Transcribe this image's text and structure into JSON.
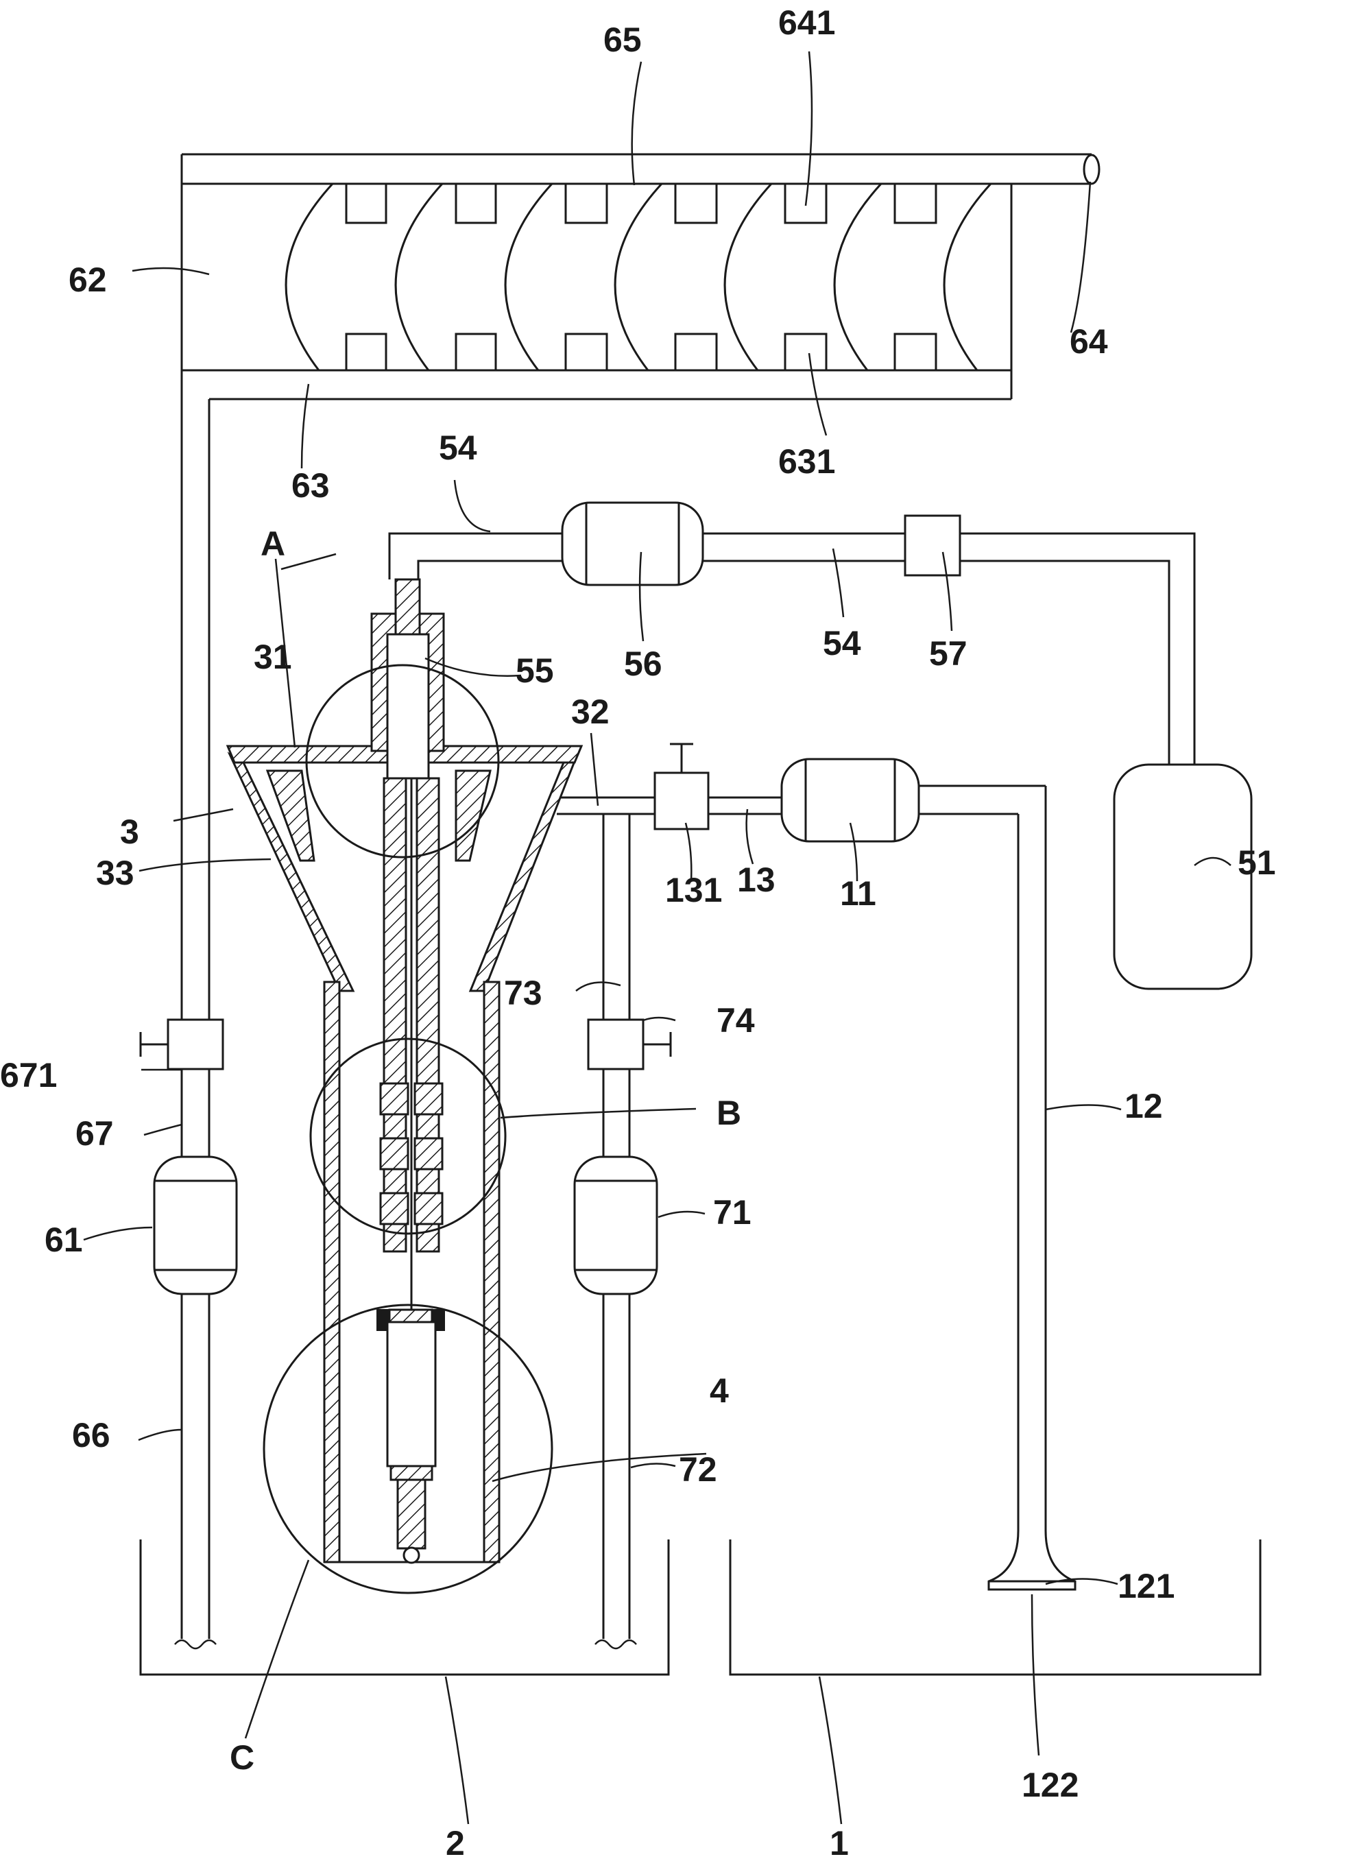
{
  "labels": {
    "l1": "1",
    "l2": "2",
    "l3": "3",
    "l4": "4",
    "l11": "11",
    "l12": "12",
    "l13": "13",
    "l31": "31",
    "l32": "32",
    "l33": "33",
    "l51": "51",
    "l54a": "54",
    "l54b": "54",
    "l55": "55",
    "l56": "56",
    "l57": "57",
    "l61": "61",
    "l62": "62",
    "l63": "63",
    "l64": "64",
    "l65": "65",
    "l66": "66",
    "l67": "67",
    "l71": "71",
    "l72": "72",
    "l73": "73",
    "l74": "74",
    "l121": "121",
    "l122": "122",
    "l131": "131",
    "l631": "631",
    "l641": "641",
    "l671": "671",
    "lA": "A",
    "lB": "B",
    "lC": "C"
  }
}
